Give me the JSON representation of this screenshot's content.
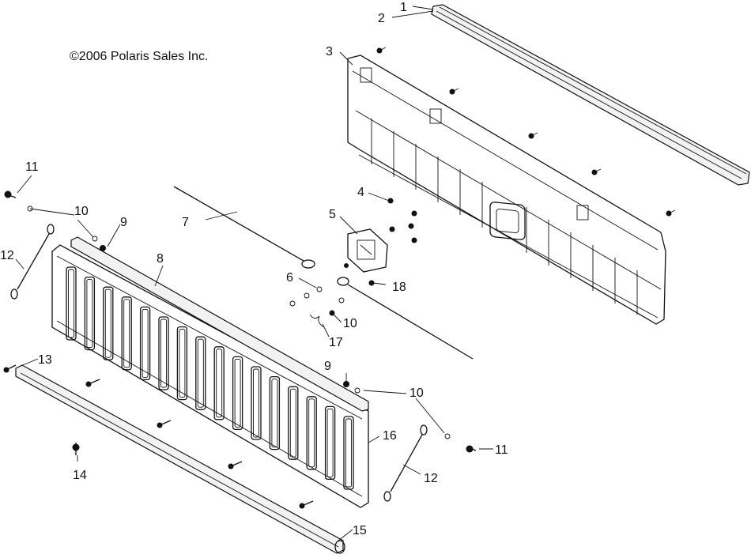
{
  "copyright": "©2006 Polaris Sales Inc.",
  "callouts": [
    {
      "id": "c1",
      "text": "1"
    },
    {
      "id": "c2",
      "text": "2"
    },
    {
      "id": "c3",
      "text": "3"
    },
    {
      "id": "c4",
      "text": "4"
    },
    {
      "id": "c5",
      "text": "5"
    },
    {
      "id": "c6",
      "text": "6"
    },
    {
      "id": "c7",
      "text": "7"
    },
    {
      "id": "c8",
      "text": "8"
    },
    {
      "id": "c9a",
      "text": "9"
    },
    {
      "id": "c9b",
      "text": "9"
    },
    {
      "id": "c10a",
      "text": "10"
    },
    {
      "id": "c10b",
      "text": "10"
    },
    {
      "id": "c10c",
      "text": "10"
    },
    {
      "id": "c11a",
      "text": "11"
    },
    {
      "id": "c11b",
      "text": "11"
    },
    {
      "id": "c12a",
      "text": "12"
    },
    {
      "id": "c12b",
      "text": "12"
    },
    {
      "id": "c13",
      "text": "13"
    },
    {
      "id": "c14",
      "text": "14"
    },
    {
      "id": "c15",
      "text": "15"
    },
    {
      "id": "c16",
      "text": "16"
    },
    {
      "id": "c17",
      "text": "17"
    },
    {
      "id": "c18",
      "text": "18"
    }
  ]
}
